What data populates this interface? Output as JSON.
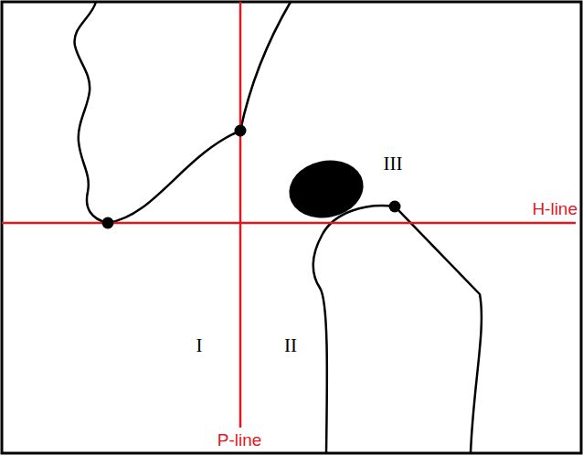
{
  "diagram": {
    "labels": [
      "III",
      "H-line",
      "I",
      "II",
      "P-line"
    ]
  }
}
